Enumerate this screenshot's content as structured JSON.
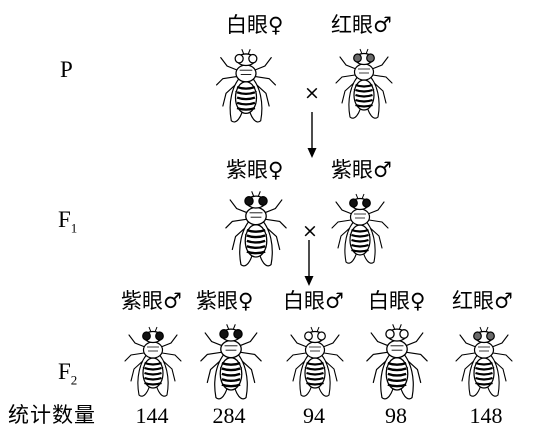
{
  "generations": {
    "p": "P",
    "f1_base": "F",
    "f1_sub": "1",
    "f2_base": "F",
    "f2_sub": "2"
  },
  "parents": {
    "female_label": "白眼♀",
    "male_label": "红眼♂"
  },
  "f1": {
    "female_label": "紫眼♀",
    "male_label": "紫眼♂"
  },
  "cross_symbol": "×",
  "f2": [
    {
      "label": "紫眼♂",
      "count": "144"
    },
    {
      "label": "紫眼♀",
      "count": "284"
    },
    {
      "label": "白眼♂",
      "count": "94"
    },
    {
      "label": "白眼♀",
      "count": "98"
    },
    {
      "label": "红眼♂",
      "count": "148"
    }
  ],
  "stat_label": "统计数量"
}
